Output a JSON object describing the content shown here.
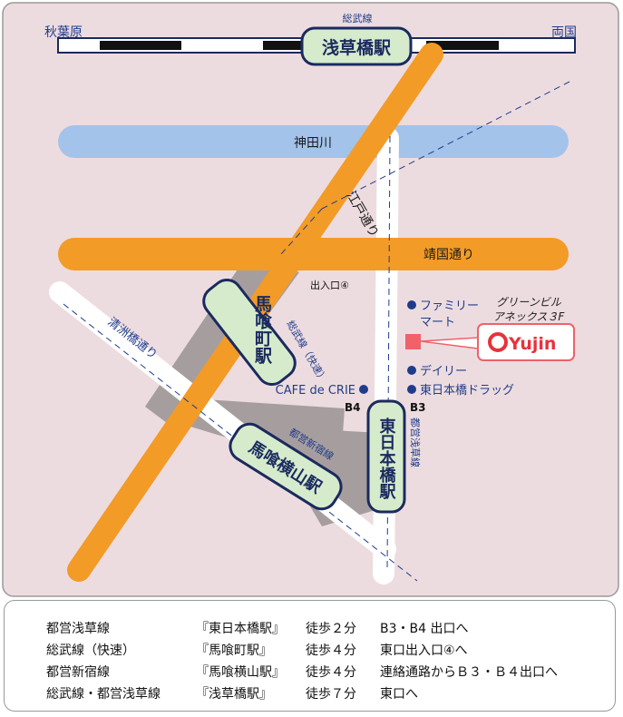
{
  "stations": {
    "asakusabashi": "浅草橋駅",
    "bakurocho": "馬喰町駅",
    "bakuroyokoyama": "馬喰横山駅",
    "higashinihombashi": "東日本橋駅"
  },
  "lines": {
    "sobu": "総武線",
    "sobu_rapid": "総武線（快速）",
    "shinjuku": "都営新宿線",
    "asakusa": "都営浅草線"
  },
  "places": {
    "akihabara": "秋葉原",
    "ryogoku": "両国",
    "kandagawa": "神田川",
    "edo_dori": "江戸通り",
    "yasukuni_dori": "靖国通り",
    "kiyosubashi_dori": "清洲橋通り",
    "exit4": "出入口④",
    "familymart_1": "ファミリー",
    "familymart_2": "マート",
    "daily": "デイリー",
    "drug": "東日本橋ドラッグ",
    "cafe": "CAFE de CRIE",
    "b4": "B4",
    "b3": "B3",
    "building_1": "グリーンビル",
    "building_2": "アネックス３F",
    "logo": "Yujin"
  },
  "colors": {
    "map_bg": "#eddcdf",
    "road_orange": "#f39b27",
    "river_blue": "#a3c3ea",
    "station_fill": "#d6ebcc",
    "station_border": "#1b2a5e",
    "poi_dot": "#1f3c8c",
    "target_red": "#f0616a"
  },
  "legend": [
    {
      "line": "都営浅草線",
      "station": "『東日本橋駅』",
      "time": "徒歩２分",
      "note": "B3・B4 出口へ"
    },
    {
      "line": "総武線（快速）",
      "station": "『馬喰町駅』",
      "time": "徒歩４分",
      "note": "東口出入口④へ"
    },
    {
      "line": "都営新宿線",
      "station": "『馬喰横山駅』",
      "time": "徒歩４分",
      "note": "連絡通路からＢ３・Ｂ４出口へ"
    },
    {
      "line": "総武線・都営浅草線",
      "station": "『浅草橋駅』",
      "time": "徒歩７分",
      "note": "東口へ"
    }
  ]
}
